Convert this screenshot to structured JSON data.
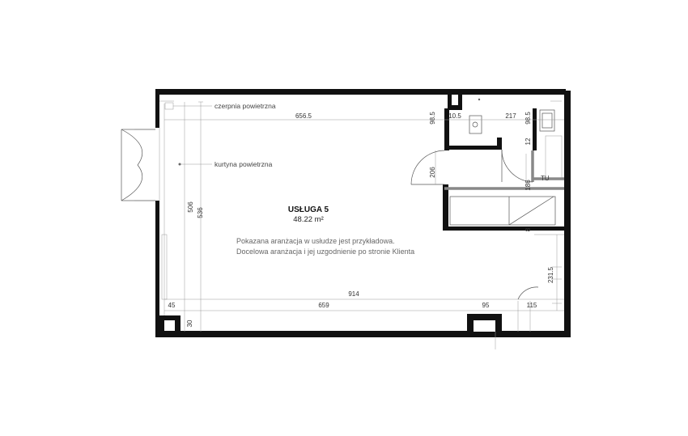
{
  "room": {
    "name": "USŁUGA 5",
    "area": "48.22 m²"
  },
  "labels": {
    "air_intake": "czerpnia powietrzna",
    "air_curtain": "kurtyna powietrzna"
  },
  "note": {
    "line1": "Pokazana aranżacja w usłudze jest przykładowa.",
    "line2": "Docelowa aranżacja i jej uzgodnienie po stronie Klienta"
  },
  "dimensions": {
    "top_width": "656.5",
    "top_right_1": "98.5",
    "top_right_2": "10.5",
    "top_right_3": "217",
    "top_right_4": "98.5",
    "wc_side": "12",
    "door_height": "206",
    "bath_height": "186",
    "left_height_1": "506",
    "left_height_2": "536",
    "right_small": "8",
    "right_height": "231.5",
    "bottom_total": "914",
    "bottom_1": "45",
    "bottom_2": "659",
    "bottom_3": "95",
    "bottom_4": "115",
    "bottom_corner": "30"
  }
}
